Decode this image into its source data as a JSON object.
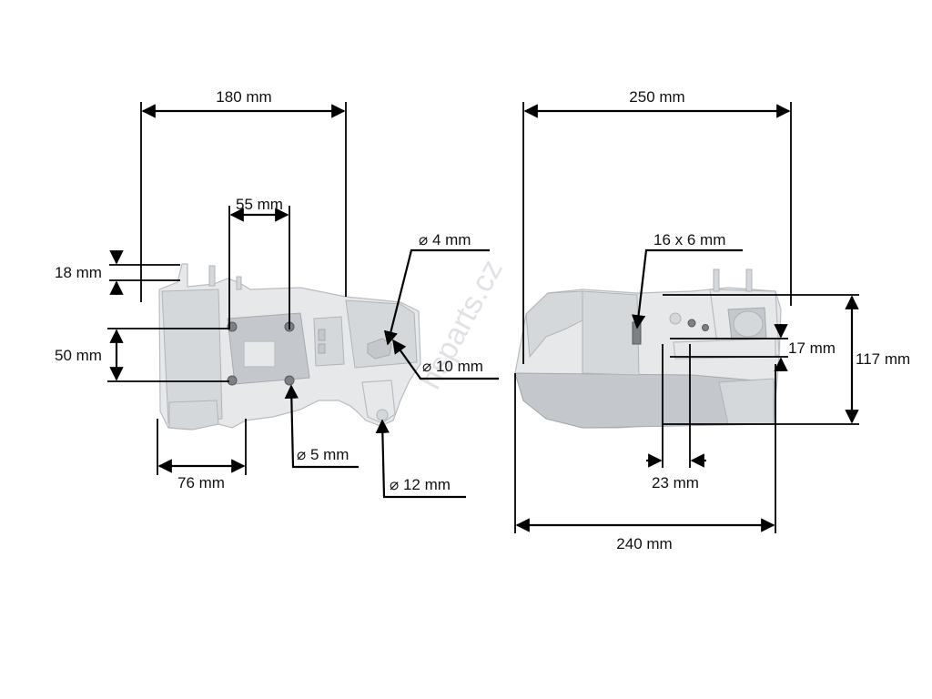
{
  "watermark": "hsparts.cz",
  "front_view": {
    "dim_width": "180 mm",
    "dim_bolt_spacing": "55 mm",
    "dim_boss_height": "18 mm",
    "dim_bolt_vertical": "50 mm",
    "dim_base": "76 mm",
    "dia_fitting": "⌀ 4 mm",
    "dia_nozzle": "⌀ 10 mm",
    "dia_bolt_hole": "⌀ 5 mm",
    "dia_outlet": "⌀ 12 mm"
  },
  "side_view": {
    "dim_top_width": "250 mm",
    "dim_slot": "16 x 6 mm",
    "dim_height_small": "17 mm",
    "dim_height_total": "117 mm",
    "dim_tab": "23 mm",
    "dim_bottom_width": "240 mm"
  },
  "colors": {
    "line": "#000000",
    "part": "#e6e8ea",
    "watermark": "#c9ccd0"
  }
}
